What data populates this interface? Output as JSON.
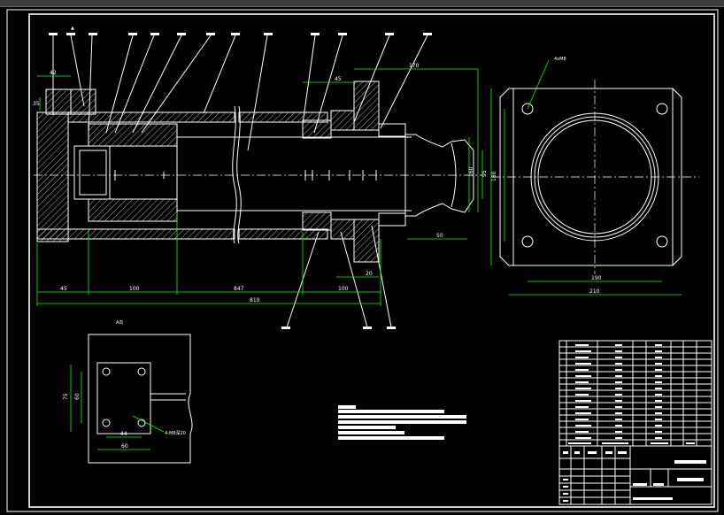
{
  "dims": {
    "d42": "42",
    "d35": "35",
    "d45": "45",
    "d170": "170",
    "d160": "160",
    "d95": "95",
    "d50": "50",
    "d20": "20",
    "d180": "180",
    "d190": "190",
    "d210": "210",
    "d100a": "100",
    "d847": "847",
    "d100b": "100",
    "d810": "810",
    "d75": "75",
    "d60v": "60",
    "d44": "44",
    "d60h": "60",
    "hole_note_top": "4xM8",
    "hole_note_bottom": "4-M8深20"
  }
}
